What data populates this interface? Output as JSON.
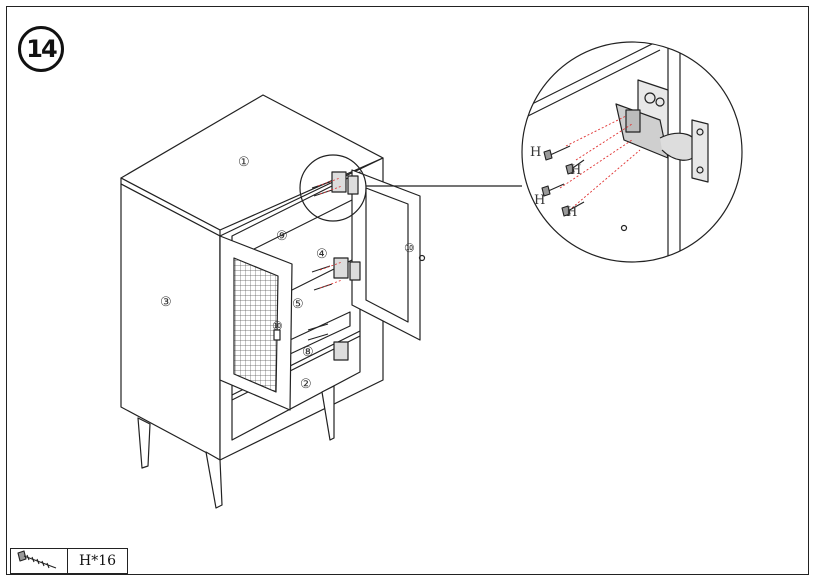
{
  "step": {
    "number": "14"
  },
  "parts": {
    "top": "①",
    "side": "③",
    "bottom": "②",
    "shelf": "⑨",
    "divider": "④",
    "back": "⑤",
    "small_shelf": "⑧",
    "door_left": "⑩",
    "door_right": "⑩"
  },
  "detail": {
    "screw_labels": [
      "H",
      "H",
      "H",
      "H"
    ]
  },
  "legend": {
    "icon": "screw-icon",
    "text": "H*16"
  }
}
